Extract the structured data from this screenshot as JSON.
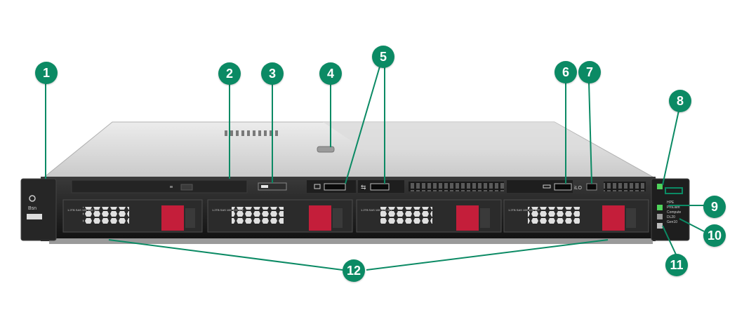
{
  "callouts": [
    {
      "number": "1"
    },
    {
      "number": "2"
    },
    {
      "number": "3"
    },
    {
      "number": "4"
    },
    {
      "number": "5"
    },
    {
      "number": "6"
    },
    {
      "number": "7"
    },
    {
      "number": "8"
    },
    {
      "number": "9"
    },
    {
      "number": "10"
    },
    {
      "number": "11"
    },
    {
      "number": "12"
    }
  ],
  "left_ear": {
    "label": "Bsn"
  },
  "drive_bays": [
    {
      "label": "1.2TB\nSAS 10K\n12G SFF"
    },
    {
      "label": "1.2TB\nSAS 10K\n12G SFF"
    },
    {
      "label": "1.2TB\nSAS 10K\n12G SFF"
    },
    {
      "label": "1.2TB\nSAS 10K\n12G SFF"
    }
  ],
  "front_ports": {
    "ilo_label": "iLO"
  },
  "right_ear": {
    "brand_lines": [
      "HPE",
      "ProLiant",
      "Compute",
      "DL20",
      "Gen10"
    ]
  },
  "colors": {
    "callout": "#0b8a64",
    "accent_red": "#c41e3a",
    "led_green": "#4fd35b"
  }
}
